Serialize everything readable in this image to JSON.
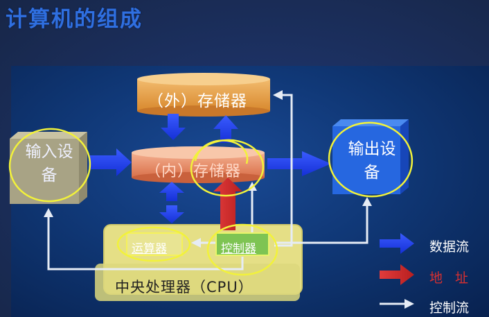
{
  "title": "计算机的组成",
  "components": {
    "external_storage": "（外）存储器",
    "internal_storage": "（内）存储器",
    "input_device": "输入设备",
    "output_device": "输出设备",
    "alu": "运算器",
    "control_unit": "控制器",
    "cpu": "中央处理器（CPU）"
  },
  "legend": {
    "data_flow": "数据流",
    "address": "地址",
    "control_flow": "控制流"
  },
  "colors": {
    "data_flow": "#1f3ff0",
    "address": "#cc2a2a",
    "control_flow": "#e6ecf5",
    "annotation": "#f2f23a",
    "cpu_fill": "#e6e08a"
  }
}
